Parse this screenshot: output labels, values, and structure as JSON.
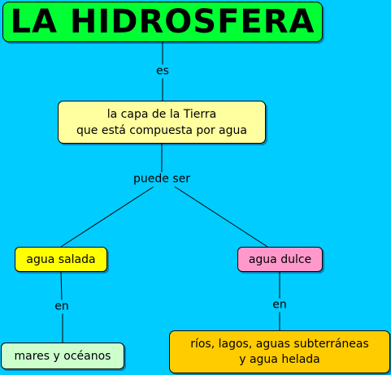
{
  "title": "LA HIDROSFERA",
  "definition": {
    "line1": "la capa de la Tierra",
    "line2": "que está compuesta por agua"
  },
  "links": {
    "es": "es",
    "puede_ser": "puede ser",
    "en_left": "en",
    "en_right": "en"
  },
  "types": {
    "salada": "agua salada",
    "dulce": "agua dulce"
  },
  "examples": {
    "salada": "mares y océanos",
    "dulce_line1": "ríos, lagos, aguas subterráneas",
    "dulce_line2": "y agua helada"
  },
  "colors": {
    "background": "#00ccff",
    "title": "#00ff33",
    "definition": "#ffffa0",
    "salada": "#ffff00",
    "dulce": "#ff99cc",
    "mares": "#ccffcc",
    "rios": "#ffcc00"
  }
}
